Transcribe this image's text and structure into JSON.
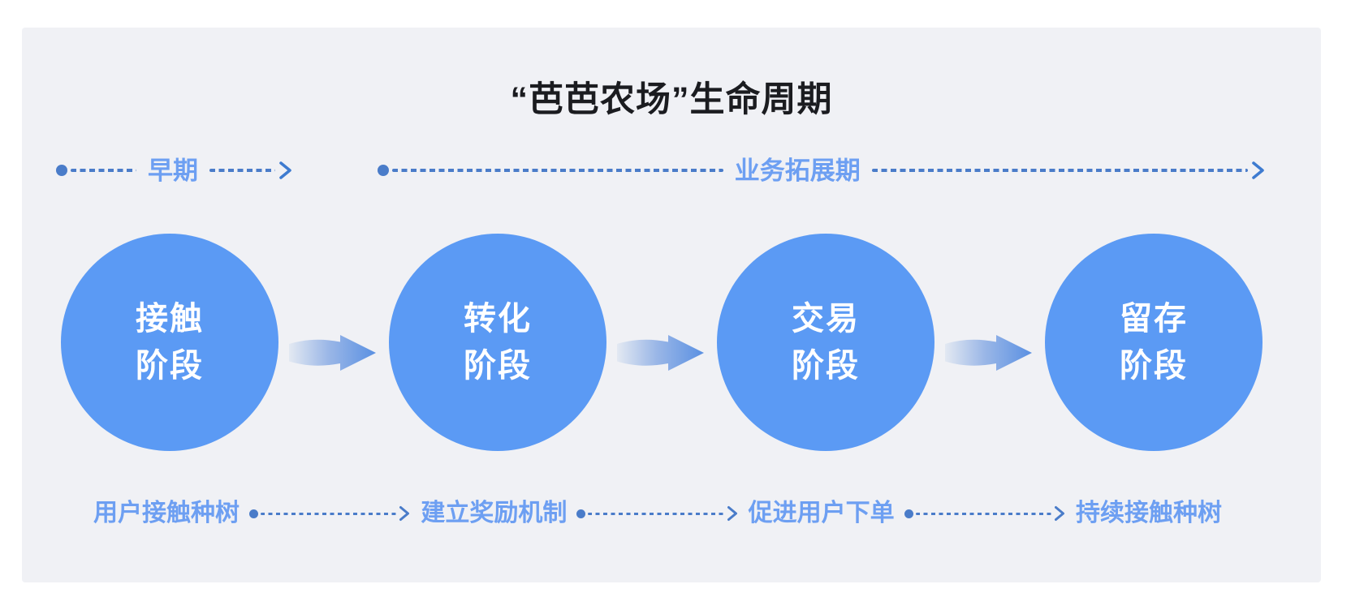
{
  "title": "“芭芭农场”生命周期",
  "phases": {
    "early": {
      "label": "早期"
    },
    "expansion": {
      "label": "业务拓展期"
    }
  },
  "stages": [
    {
      "line1": "接触",
      "line2": "阶段",
      "action": "用户接触种树"
    },
    {
      "line1": "转化",
      "line2": "阶段",
      "action": "建立奖励机制"
    },
    {
      "line1": "交易",
      "line2": "阶段",
      "action": "促进用户下单"
    },
    {
      "line1": "留存",
      "line2": "阶段",
      "action": "持续接触种树"
    }
  ],
  "colors": {
    "panel_bg": "#f0f1f5",
    "circle_fill": "#5b9af4",
    "circle_text": "#ffffff",
    "label_text": "#6d9ff2",
    "connector": "#4a7cc9",
    "title_text": "#1b1c20"
  },
  "flow_arrow_gradient": {
    "from": "#e3e9f2",
    "mid": "#9bb7e7",
    "to": "#5a90e2"
  }
}
